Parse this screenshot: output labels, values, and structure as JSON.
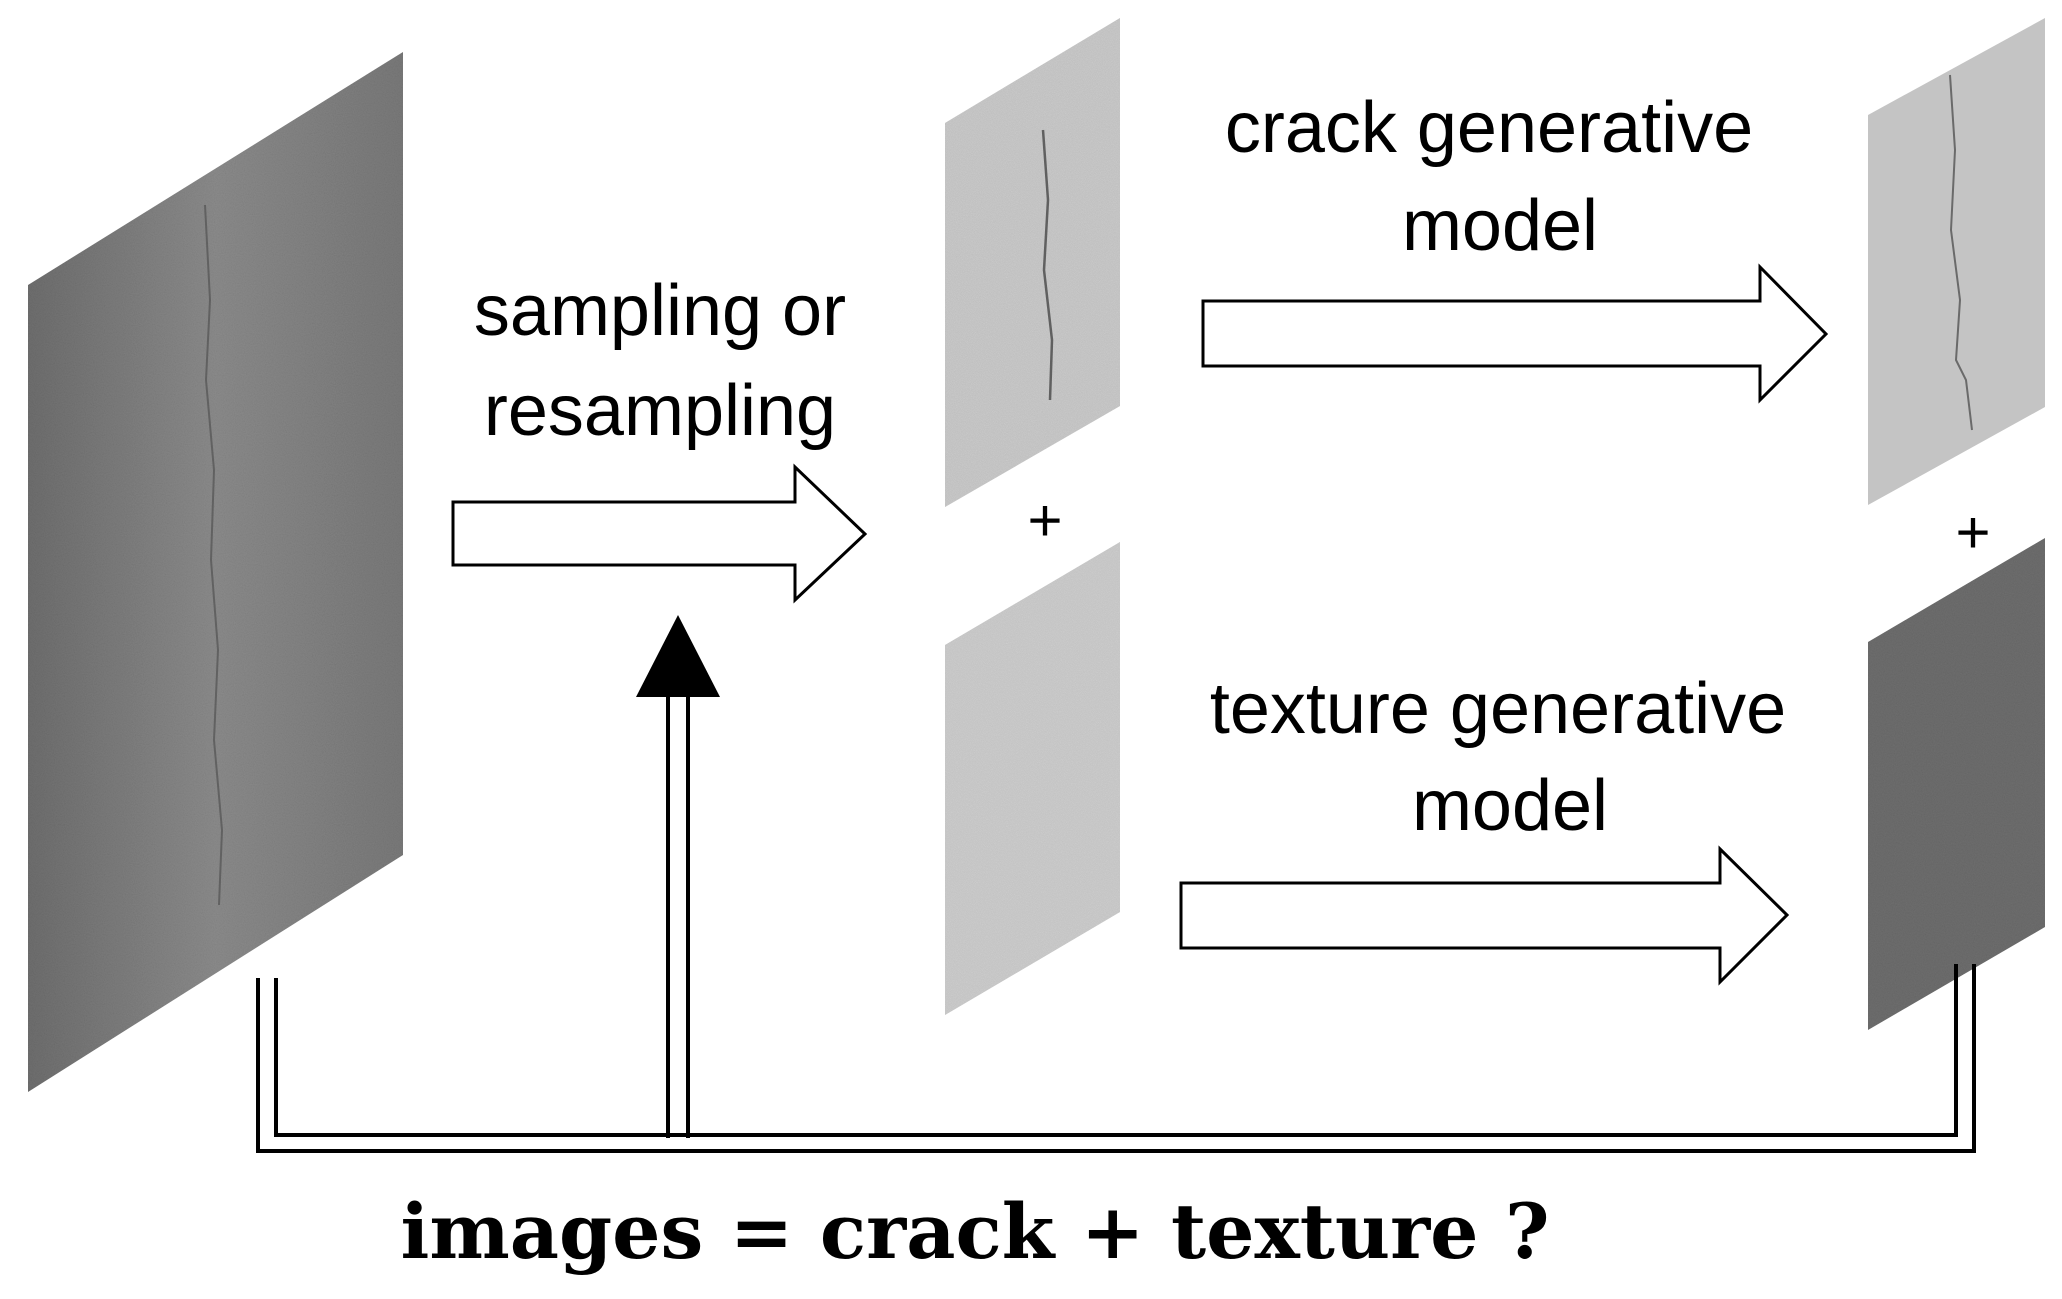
{
  "labels": {
    "sampling_line1": "sampling or",
    "sampling_line2": "resampling",
    "crack_line1": "crack generative",
    "crack_line2": "model",
    "texture_line1": "texture generative",
    "texture_line2": "model",
    "plus_sign": "+",
    "equation": "images = crack + texture ?"
  },
  "colors": {
    "ink": "#000000",
    "arrow_fill": "#ffffff",
    "input_panel": "#7f7f7f",
    "crack_patch": "#b9b9b9",
    "texture_patch": "#bdbdbd",
    "crack_output": "#c4c4c4",
    "texture_output": "#6e6e6e"
  }
}
